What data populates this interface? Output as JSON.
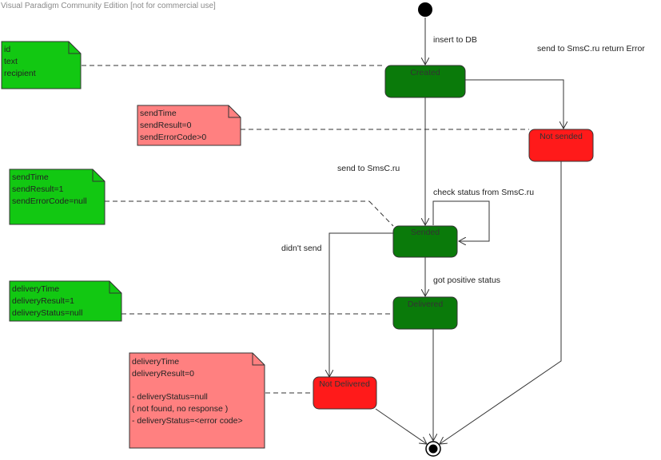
{
  "watermark": "Visual Paradigm Community Edition [not for commercial use]",
  "colors": {
    "state_green": "#0a7a0a",
    "state_red": "#ff1a1a",
    "note_green": "#12c812",
    "note_red": "#ff8080",
    "line": "#333333"
  },
  "states": [
    {
      "id": "created",
      "label": "Created",
      "kind": "green"
    },
    {
      "id": "not_sended",
      "label": "Not sended",
      "kind": "red"
    },
    {
      "id": "sended",
      "label": "Sended",
      "kind": "green"
    },
    {
      "id": "delivered",
      "label": "Delivered",
      "kind": "green"
    },
    {
      "id": "not_delivered",
      "label": "Not Delivered",
      "kind": "red"
    }
  ],
  "transitions": [
    {
      "id": "insert",
      "label": "insert to DB"
    },
    {
      "id": "send_error",
      "label": "send to SmsC.ru return Error"
    },
    {
      "id": "send_ok",
      "label": "send to SmsC.ru"
    },
    {
      "id": "check_status",
      "label": "check status from SmsC.ru"
    },
    {
      "id": "didnt_send",
      "label": "didn't send"
    },
    {
      "id": "positive_status",
      "label": "got positive status"
    }
  ],
  "notes": [
    {
      "id": "note_created",
      "kind": "green",
      "lines": [
        "id",
        "text",
        "recipient"
      ]
    },
    {
      "id": "note_not_sended",
      "kind": "red",
      "lines": [
        "sendTime",
        "sendResult=0",
        "sendErrorCode>0"
      ]
    },
    {
      "id": "note_sended",
      "kind": "green",
      "lines": [
        "sendTime",
        "sendResult=1",
        "sendErrorCode=null"
      ]
    },
    {
      "id": "note_delivered",
      "kind": "green",
      "lines": [
        "deliveryTime",
        "deliveryResult=1",
        "deliveryStatus=null"
      ]
    },
    {
      "id": "note_not_delivered",
      "kind": "red",
      "lines": [
        "deliveryTime",
        "deliveryResult=0",
        "",
        "- deliveryStatus=null",
        "( not found, no response )",
        "- deliveryStatus=<error code>"
      ]
    }
  ]
}
